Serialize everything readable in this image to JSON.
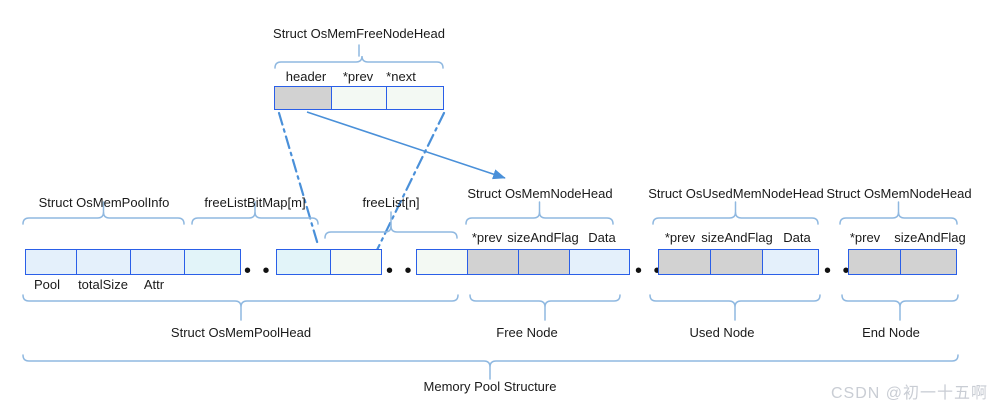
{
  "diagram": {
    "title": "Memory Pool Structure",
    "colors": {
      "stroke": "#2a5fe8",
      "bracket": "#8fb8e0",
      "connector": "#4a90d9",
      "cell_blue": "#e4f0fb",
      "cell_cyan": "#e2f4f9",
      "cell_mint": "#f3f9f3",
      "cell_gray": "#d2d2d2",
      "watermark": "#c9cdd4"
    },
    "top_struct": {
      "title": "Struct OsMemFreeNodeHead",
      "fields": [
        {
          "label": "header",
          "fill": "gray"
        },
        {
          "label": "*prev",
          "fill": "mint"
        },
        {
          "label": "*next",
          "fill": "mint"
        }
      ]
    },
    "top_labels": [
      {
        "text": "Struct OsMemPoolInfo"
      },
      {
        "text": "freeListBitMap[m]"
      },
      {
        "text": "freeList[n]"
      },
      {
        "text": "Struct OsMemNodeHead"
      },
      {
        "text": "Struct OsUsedMemNodeHead"
      },
      {
        "text": "Struct OsMemNodeHead"
      }
    ],
    "field_labels_above": [
      {
        "text": "*prev"
      },
      {
        "text": "sizeAndFlag"
      },
      {
        "text": "Data"
      },
      {
        "text": "*prev"
      },
      {
        "text": "sizeAndFlag"
      },
      {
        "text": "Data"
      },
      {
        "text": "*prev"
      },
      {
        "text": "sizeAndFlag"
      }
    ],
    "field_labels_below": [
      {
        "text": "Pool"
      },
      {
        "text": "totalSize"
      },
      {
        "text": "Attr"
      }
    ],
    "memory_row": {
      "cells": [
        {
          "name": "pool",
          "fill": "blue"
        },
        {
          "name": "totalSize",
          "fill": "blue"
        },
        {
          "name": "attr",
          "fill": "blue"
        },
        {
          "name": "freeListBitMap-first",
          "fill": "cyan"
        },
        {
          "name": "freeListBitMap-last",
          "fill": "cyan"
        },
        {
          "name": "freeList-first",
          "fill": "mint"
        },
        {
          "name": "freeList-last",
          "fill": "mint"
        },
        {
          "name": "freenode-prev",
          "fill": "gray"
        },
        {
          "name": "freenode-sizeAndFlag",
          "fill": "gray"
        },
        {
          "name": "freenode-data",
          "fill": "blue"
        },
        {
          "name": "usednode-prev",
          "fill": "gray"
        },
        {
          "name": "usednode-sizeAndFlag",
          "fill": "gray"
        },
        {
          "name": "usednode-data",
          "fill": "blue"
        },
        {
          "name": "endnode-prev",
          "fill": "gray"
        },
        {
          "name": "endnode-sizeAndFlag",
          "fill": "gray"
        }
      ],
      "ellipses_count": 4
    },
    "bottom_labels": [
      {
        "text": "Struct OsMemPoolHead"
      },
      {
        "text": "Free Node"
      },
      {
        "text": "Used Node"
      },
      {
        "text": "End Node"
      }
    ],
    "footer_label": "Memory Pool Structure",
    "watermark": "CSDN @初一十五啊"
  }
}
